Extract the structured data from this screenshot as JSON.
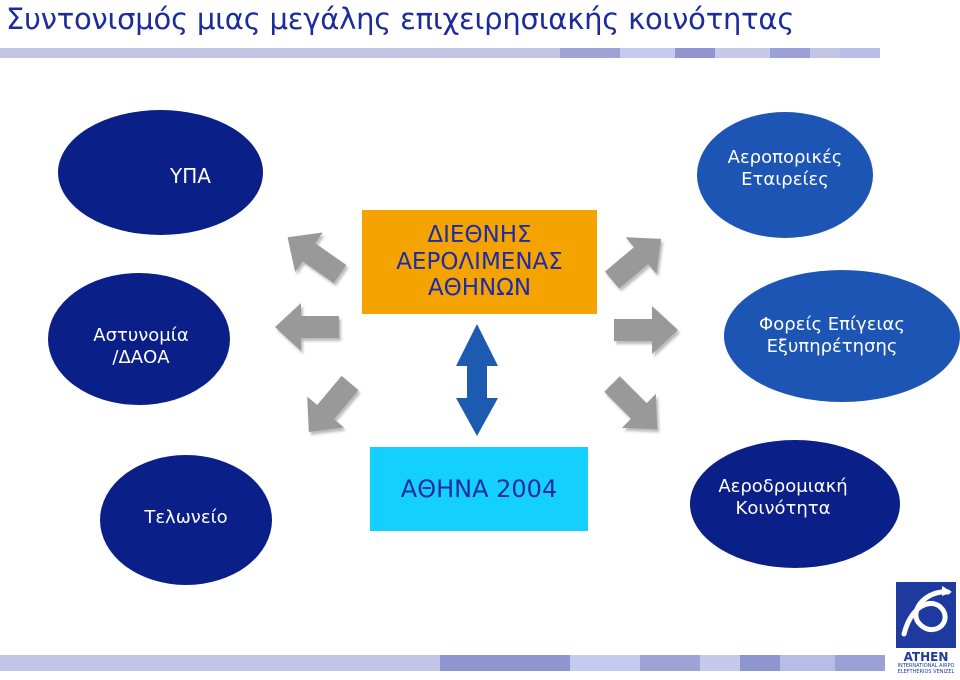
{
  "title": "Συντονισμός μιας μεγάλης επιχειρησιακής κοινότητας",
  "center": {
    "line1": "ΔΙΕΘΝΗΣ",
    "line2": "ΑΕΡΟΛΙΜΕΝΑΣ",
    "line3": "ΑΘΗΝΩΝ"
  },
  "athens2004": "ΑΘΗΝΑ 2004",
  "left_nodes": {
    "ypa": "ΥΠΑ",
    "police_line1": "Αστυνομία",
    "police_line2": "/ΔΑΟΑ",
    "customs": "Τελωνείο"
  },
  "right_nodes": {
    "airlines_line1": "Αεροπορικές",
    "airlines_line2": "Εταιρείες",
    "ground_line1": "Φορείς Επίγειας",
    "ground_line2": "Εξυπηρέτησης",
    "community_line1": "Αεροδρομιακή",
    "community_line2": "Κοινότητα"
  },
  "logo": {
    "name": "ATHEN",
    "subtitle_line1": "INTERNATIONAL AIRPO",
    "subtitle_line2": "ELEFTHERIOS VENIZEL"
  },
  "colors": {
    "title": "#1c2c9c",
    "dark_ellipse": "#0b1f88",
    "blue_ellipse": "#1c55b4",
    "center_box": "#f5a300",
    "athens_box": "#14d0ff",
    "arrow_gray": "#999999",
    "double_arrow": "#1c5bb0"
  }
}
